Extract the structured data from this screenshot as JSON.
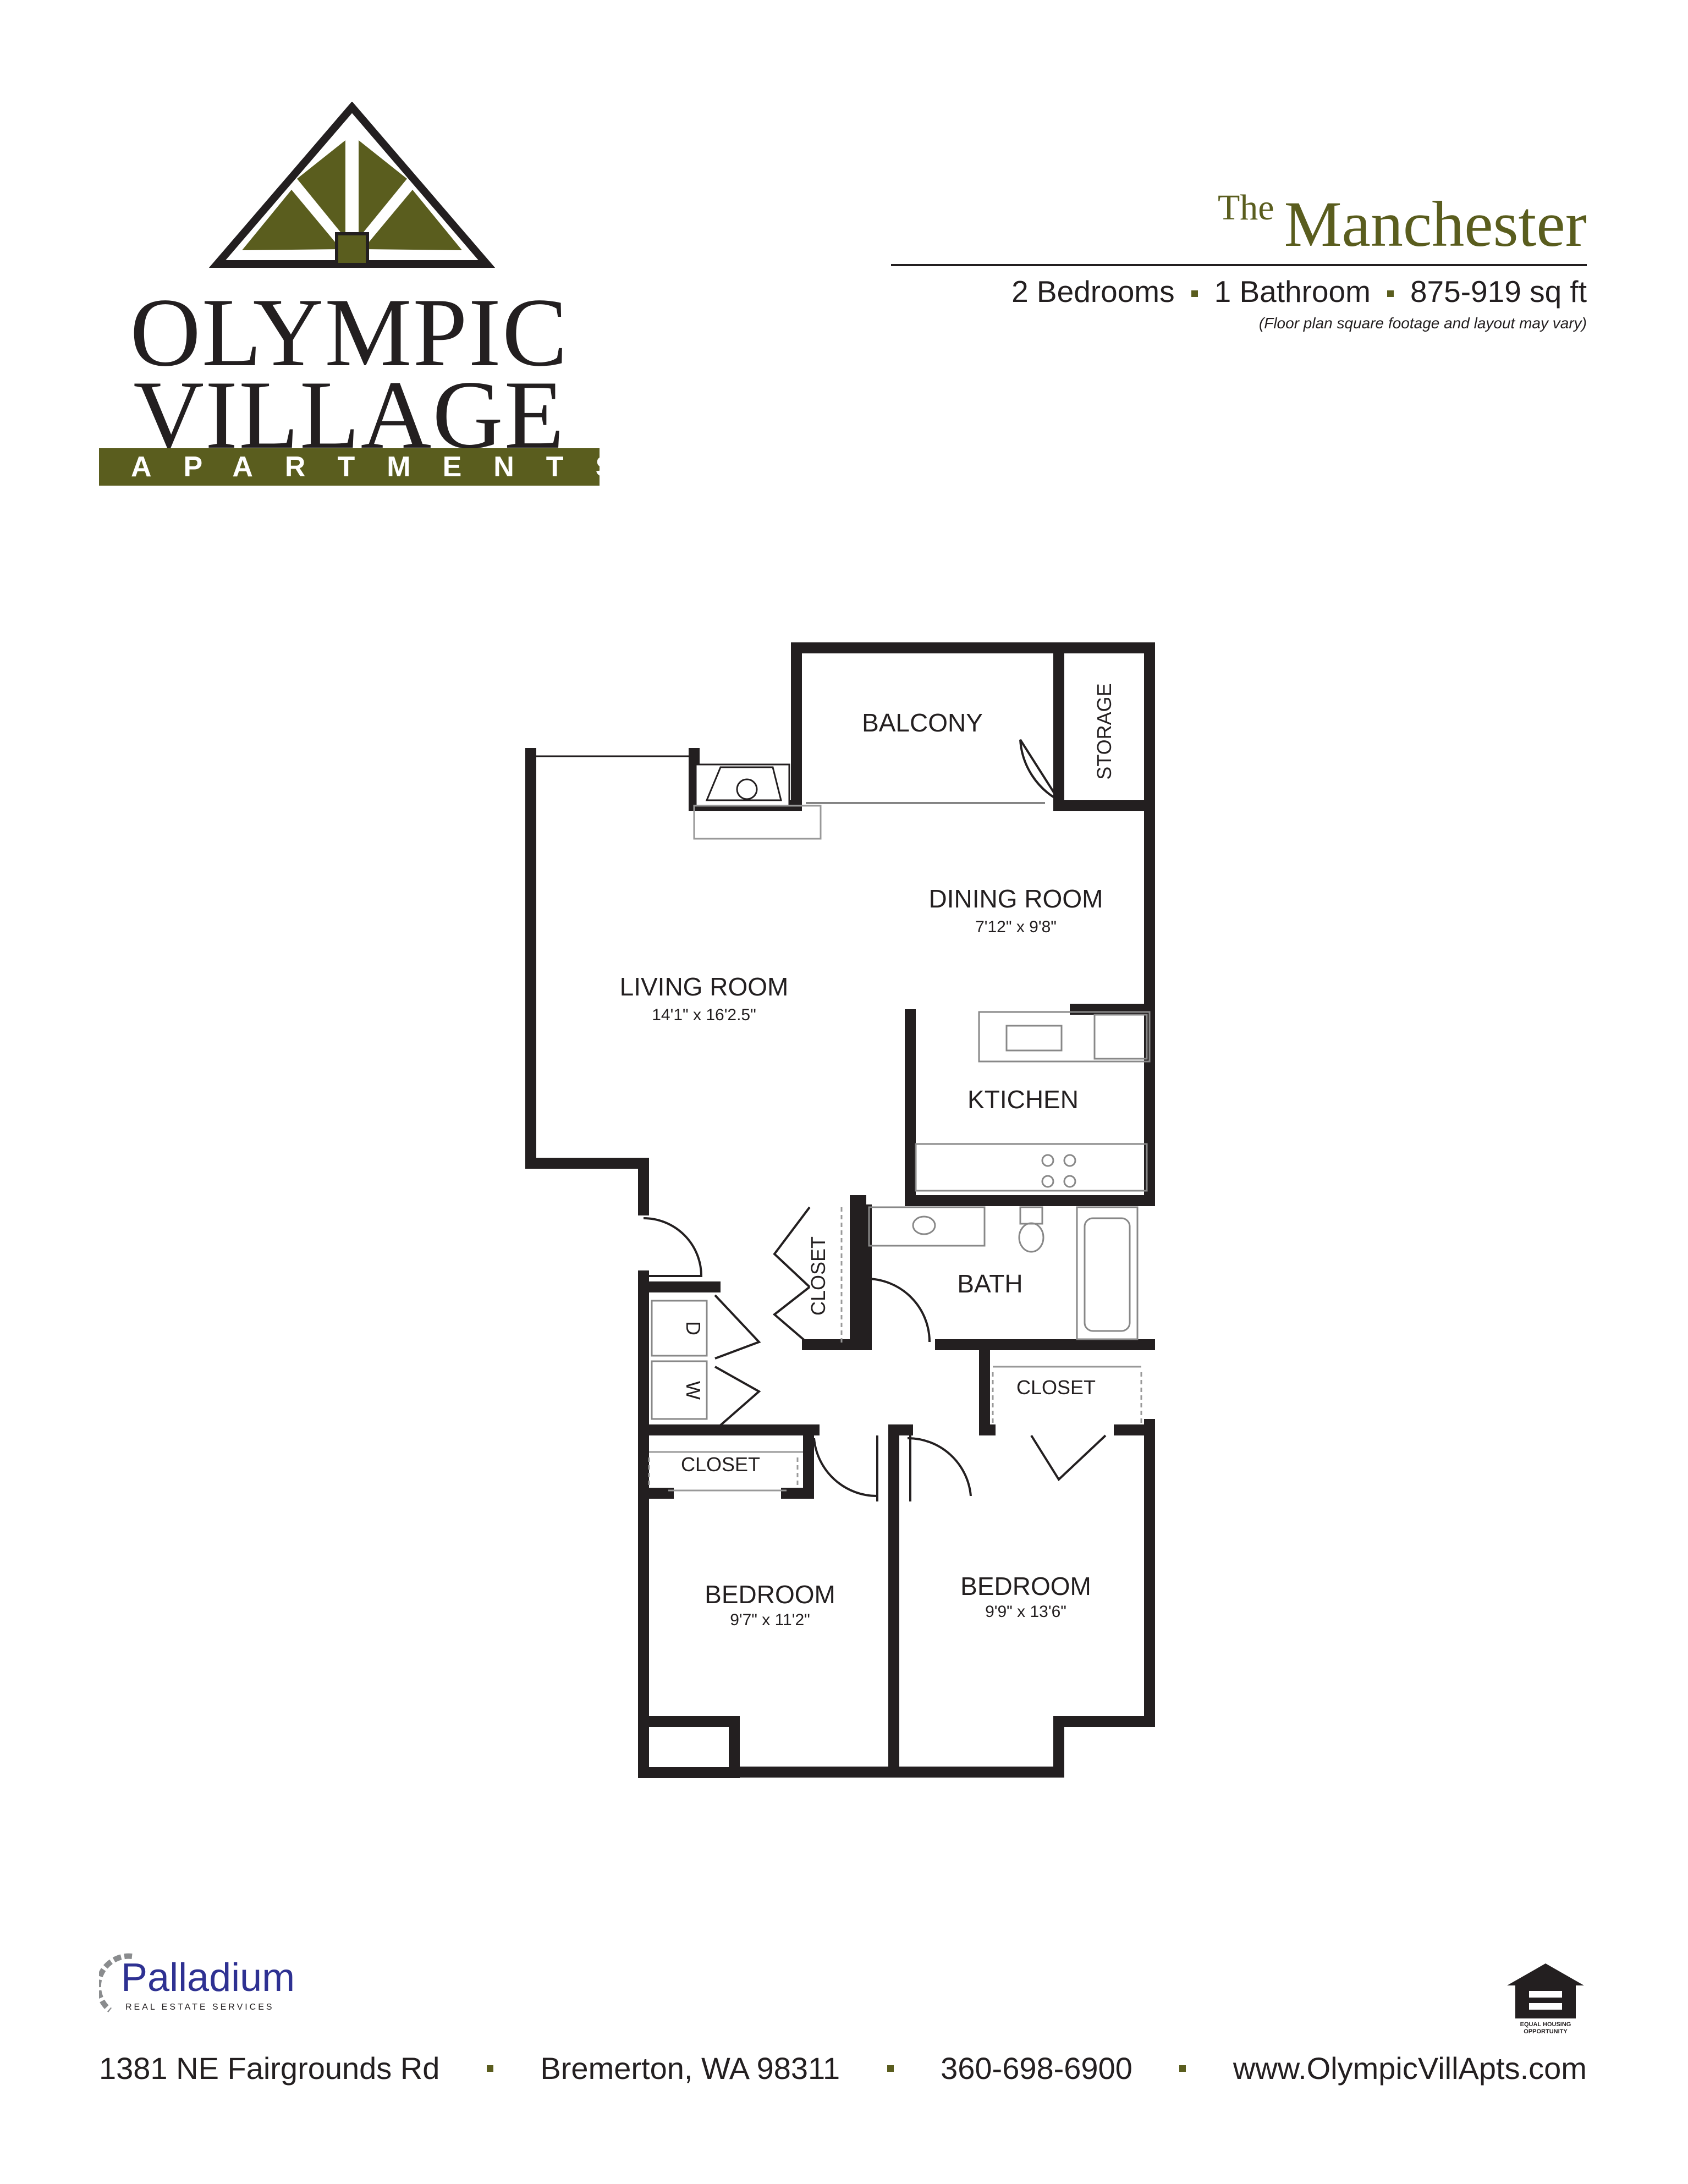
{
  "logo": {
    "line1": "OLYMPIC",
    "line2": "VILLAGE",
    "line3": "APARTMENTS",
    "colors": {
      "olive": "#5a5d1e",
      "dark": "#231f20"
    }
  },
  "title": {
    "prefix": "The",
    "name": "Manchester"
  },
  "specs": {
    "bedrooms": "2 Bedrooms",
    "bathrooms": "1 Bathroom",
    "area": "875-919 sq ft",
    "note": "(Floor plan square footage and layout may vary)"
  },
  "floorplan": {
    "balcony": "BALCONY",
    "storage": "STORAGE",
    "dining": {
      "label": "DINING ROOM",
      "dims": "7'12\" x 9'8\""
    },
    "living": {
      "label": "LIVING ROOM",
      "dims": "14'1\" x 16'2.5\""
    },
    "kitchen": "KTICHEN",
    "bath": "BATH",
    "hall_closet": "CLOSET",
    "bed2_closet": "CLOSET",
    "bed1_closet": "CLOSET",
    "bedroom1": {
      "label": "BEDROOM",
      "dims": "9'7\" x 11'2\""
    },
    "bedroom2": {
      "label": "BEDROOM",
      "dims": "9'9\" x 13'6\""
    },
    "dryer": "D",
    "washer": "W"
  },
  "management": {
    "name": "Palladium",
    "tagline": "REAL ESTATE SERVICES",
    "color": "#2e3192"
  },
  "equal_housing": "EQUAL HOUSING OPPORTUNITY",
  "footer": {
    "address": "1381 NE Fairgrounds Rd",
    "city": "Bremerton, WA 98311",
    "phone": "360-698-6900",
    "website": "www.OlympicVillApts.com"
  }
}
